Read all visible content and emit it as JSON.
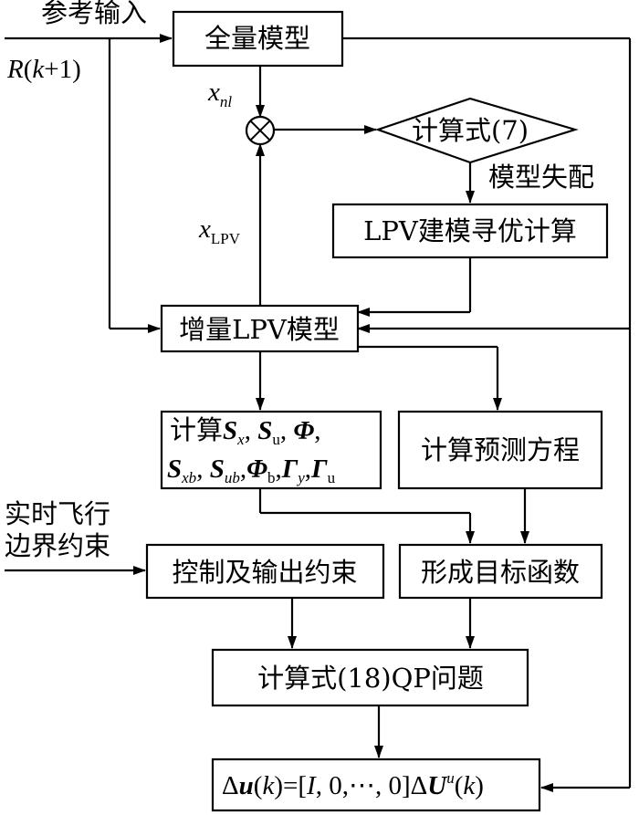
{
  "inputs": {
    "reference_label": "参考输入",
    "reference_signal": "R(k+1)",
    "flight_boundary_line1": "实时飞行",
    "flight_boundary_line2": "边界约束"
  },
  "blocks": {
    "full_model": "全量模型",
    "calc_eq7": "计算式(7)",
    "model_mismatch": "模型失配",
    "lpv_modeling": "LPV建模寻优计算",
    "incremental_lpv": "增量LPV模型",
    "calc_matrices_prefix": "计算",
    "prediction_eq": "计算预测方程",
    "control_output_constraints": "控制及输出约束",
    "objective_function": "形成目标函数",
    "qp_problem": "计算式(18)QP问题",
    "control_law": "Δu(k)=[I, 0,⋯, 0]ΔUᵘ(k)"
  },
  "signals": {
    "x_nl": "x_nl",
    "x_lpv": "x_LPV"
  },
  "summing_junction_symbol": "⊗"
}
